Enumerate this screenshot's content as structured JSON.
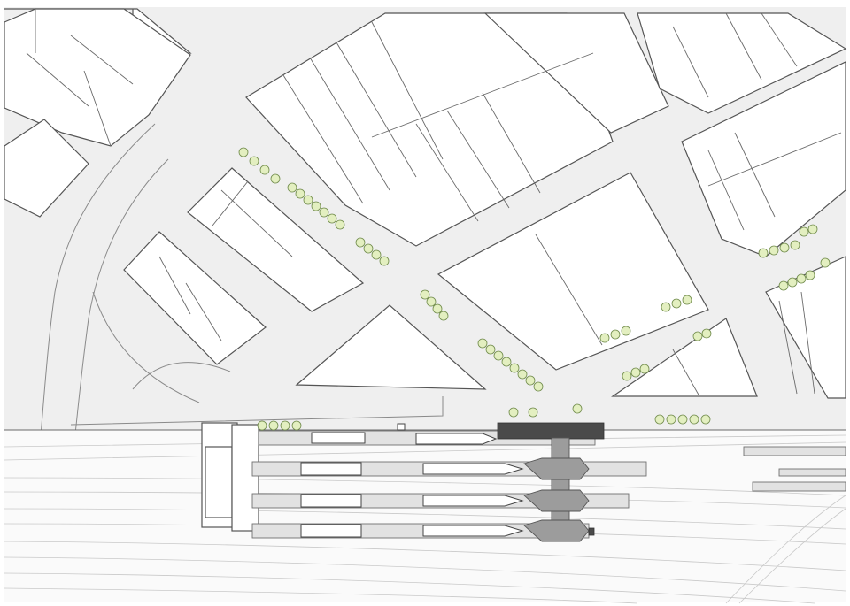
{
  "map": {
    "palette": {
      "background": "#ffffff",
      "road_fill": "#efefef",
      "block_fill": "#ffffff",
      "outline": "#555555",
      "tree_fill": "#e3efc0",
      "tree_outline": "#6f8a4a",
      "platform_fill": "#e2e2e2",
      "station_roof": "#9c9c9c",
      "track_line": "#c9c9c9"
    },
    "layers": [
      "roads",
      "city-blocks",
      "parcels",
      "street-trees",
      "rail-tracks",
      "station-platforms",
      "station-roofs"
    ],
    "labels": []
  }
}
